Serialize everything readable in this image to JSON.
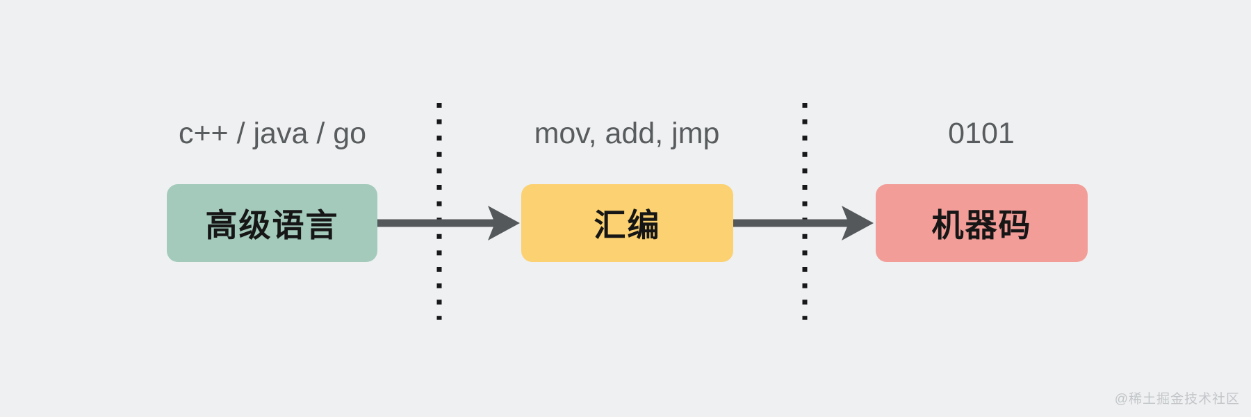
{
  "diagram": {
    "stages": [
      {
        "id": "high-level-language",
        "label": "c++ / java / go",
        "box_text": "高级语言",
        "box_color": "#a3cabb"
      },
      {
        "id": "assembly",
        "label": "mov, add, jmp",
        "box_text": "汇编",
        "box_color": "#fbd171"
      },
      {
        "id": "machine-code",
        "label": "0101",
        "box_text": "机器码",
        "box_color": "#f29d98"
      }
    ],
    "colors": {
      "background": "#eef0f1",
      "arrow": "#55585b",
      "divider_dot": "#17181a",
      "label_text": "#595c5e",
      "box_text": "#161616",
      "watermark": "#c3c6c9"
    }
  },
  "watermark": {
    "text": "@稀土掘金技术社区"
  }
}
